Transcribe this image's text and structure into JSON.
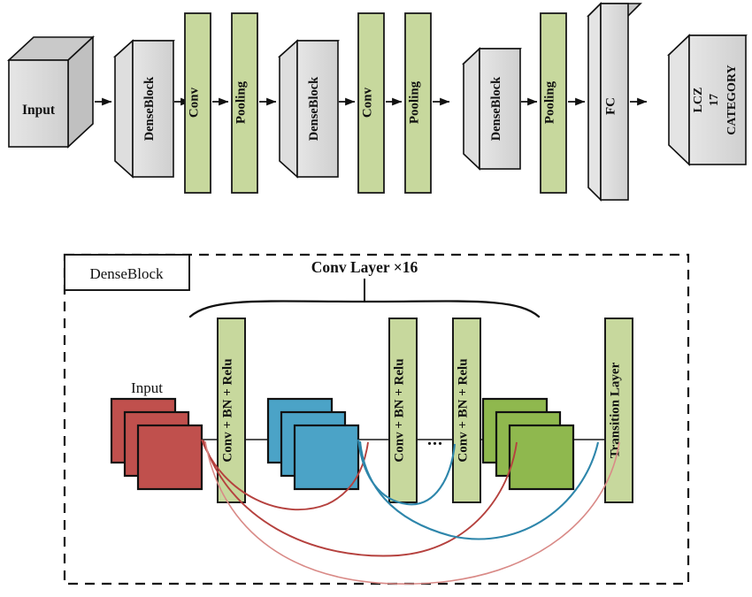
{
  "figure": {
    "title": "DenseNet LCZ classification architecture",
    "colors": {
      "green_bar": "#c7d89d",
      "green_bar_stroke": "#1a1a1a",
      "box_face": "#d4d4d4",
      "box_top": "#bdbdbd",
      "box_side": "#e8e8e8",
      "box_stroke": "#111111",
      "feature_red": "#c0504d",
      "feature_blue": "#4ba3c7",
      "feature_green": "#8fb84e",
      "skip_red": "#c0504d",
      "skip_blue": "#2e86ab",
      "arrow": "#111111",
      "dashed_panel": "#111111",
      "background": "#ffffff"
    }
  },
  "pipeline": {
    "name": "top-level-pipeline",
    "stages": [
      {
        "id": "input",
        "label": "Input",
        "kind": "cube"
      },
      {
        "id": "denseblock1",
        "label": "DenseBlock",
        "kind": "box3d"
      },
      {
        "id": "conv1",
        "label": "Conv",
        "kind": "bar"
      },
      {
        "id": "pooling1",
        "label": "Pooling",
        "kind": "bar"
      },
      {
        "id": "denseblock2",
        "label": "DenseBlock",
        "kind": "box3d"
      },
      {
        "id": "conv2",
        "label": "Conv",
        "kind": "bar"
      },
      {
        "id": "pooling2",
        "label": "Pooling",
        "kind": "bar"
      },
      {
        "id": "denseblock3",
        "label": "DenseBlock",
        "kind": "box3d"
      },
      {
        "id": "pooling3",
        "label": "Pooling",
        "kind": "bar"
      },
      {
        "id": "fc",
        "label": "FC",
        "kind": "box3d"
      },
      {
        "id": "output",
        "label": "LCZ 17 CATEGORY",
        "kind": "cube",
        "lines": [
          "LCZ",
          "17",
          "CATEGORY"
        ]
      }
    ]
  },
  "denseblock_detail": {
    "panel_label": "DenseBlock",
    "bracket_label": "Conv Layer ×16",
    "input_label": "Input",
    "ellipsis": "...",
    "conv_layers": [
      {
        "id": "convbnrelu-1",
        "label": "Conv + BN + Relu"
      },
      {
        "id": "convbnrelu-2",
        "label": "Conv + BN + Relu"
      },
      {
        "id": "convbnrelu-3",
        "label": "Conv + BN + Relu"
      }
    ],
    "transition_label": "Transition Layer",
    "feature_stacks": [
      {
        "id": "feature-stack-input",
        "color": "#c0504d",
        "count": 3
      },
      {
        "id": "feature-stack-blue",
        "color": "#4ba3c7",
        "count": 3
      },
      {
        "id": "feature-stack-green",
        "color": "#8fb84e",
        "count": 3
      }
    ]
  }
}
